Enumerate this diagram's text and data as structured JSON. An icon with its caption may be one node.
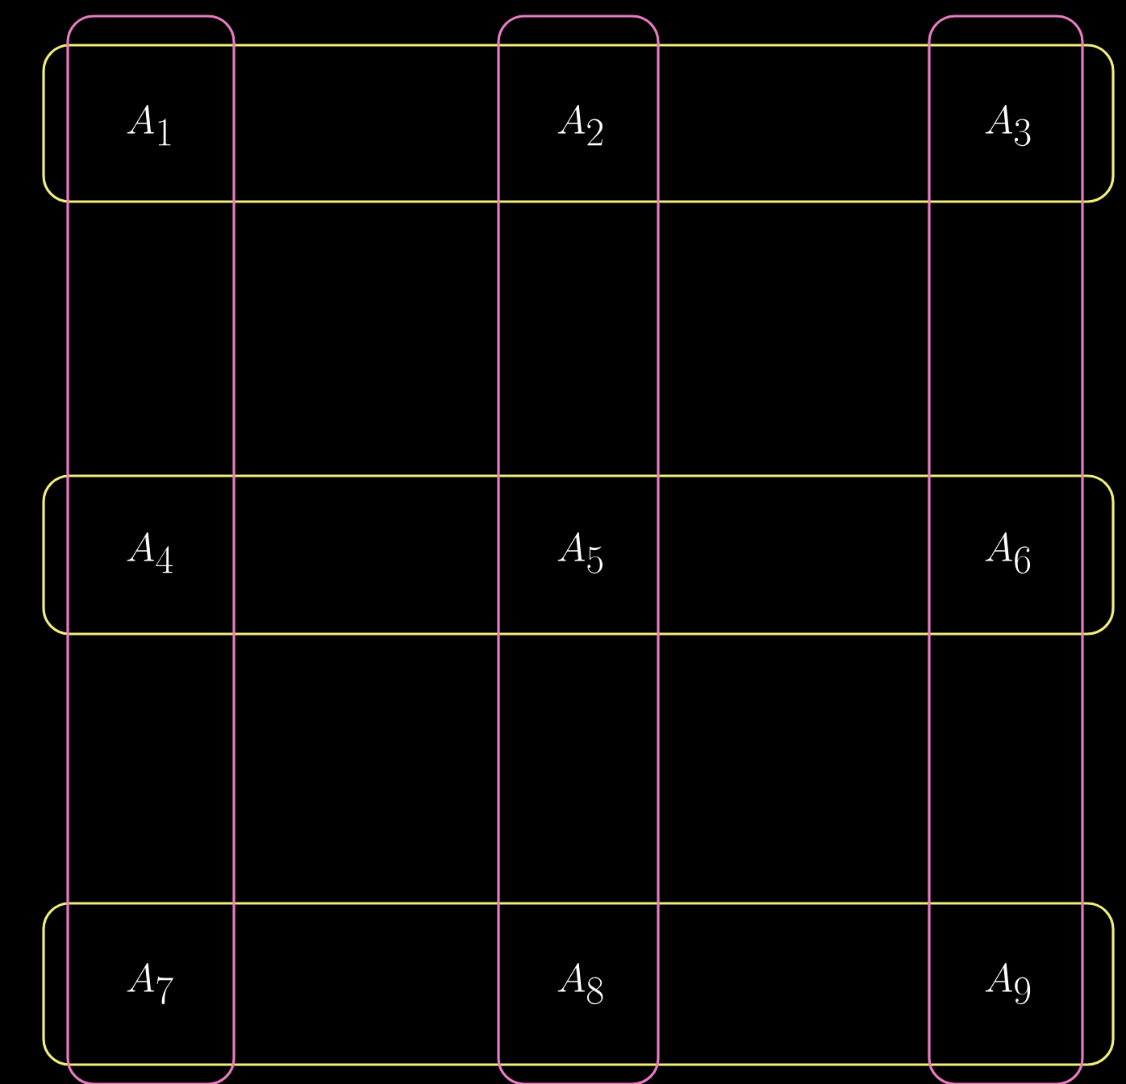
{
  "diagram": {
    "nodes": [
      {
        "text": [],
        "shape": "box"
      },
      {
        "text": [],
        "shape": "box"
      },
      {
        "text": [],
        "shape": "box"
      },
      {
        "text": [],
        "shape": "box"
      },
      {
        "text": [],
        "shape": "box"
      },
      {
        "text": [],
        "shape": "box"
      },
      {
        "text": [
          "A_1"
        ]
      },
      {
        "text": [
          "A_2"
        ]
      },
      {
        "text": [
          "A_3"
        ]
      },
      {
        "text": [
          "A_4"
        ]
      },
      {
        "text": [
          "A_5"
        ]
      },
      {
        "text": [
          "A_6"
        ]
      },
      {
        "text": [
          "A_7"
        ]
      },
      {
        "text": [
          "A_8"
        ]
      },
      {
        "text": [
          "A_9"
        ]
      }
    ]
  }
}
